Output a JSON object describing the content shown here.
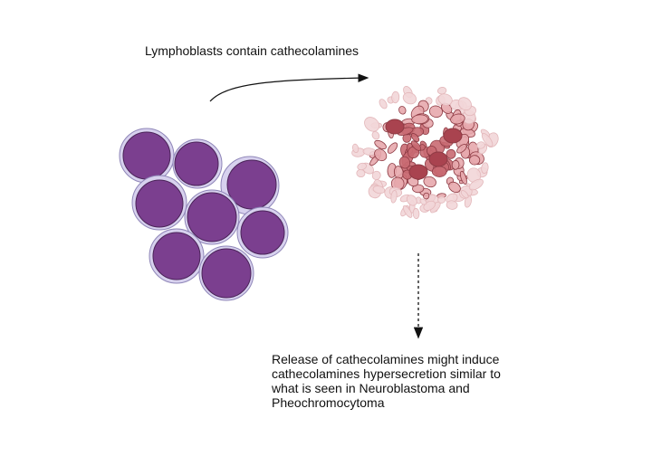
{
  "caption_top": "Lymphoblasts contain cathecolamines",
  "caption_bottom": {
    "lines": [
      "Release of cathecolamines might induce",
      "cathecolamines hypersecretion similar to",
      "what is seen in Neuroblastoma and",
      "Pheochromocytoma"
    ]
  },
  "colors": {
    "cell_membrane": "#d7d1ee",
    "cell_membrane_stroke": "#8f86b8",
    "nucleus": "#7b3f8f",
    "nucleus_stroke": "#4a2358",
    "debris_light": "#f2d6d8",
    "debris_mid": "#e7a9ad",
    "debris_dark": "#c96a72",
    "debris_stroke": "#8e3b44",
    "arrow": "#111111"
  },
  "icons": {
    "cells": "lymphoblast-cluster-icon",
    "debris": "cell-lysis-debris-icon",
    "curved_arrow": "curved-arrow-right-icon",
    "dashed_arrow": "dashed-arrow-down-icon"
  }
}
